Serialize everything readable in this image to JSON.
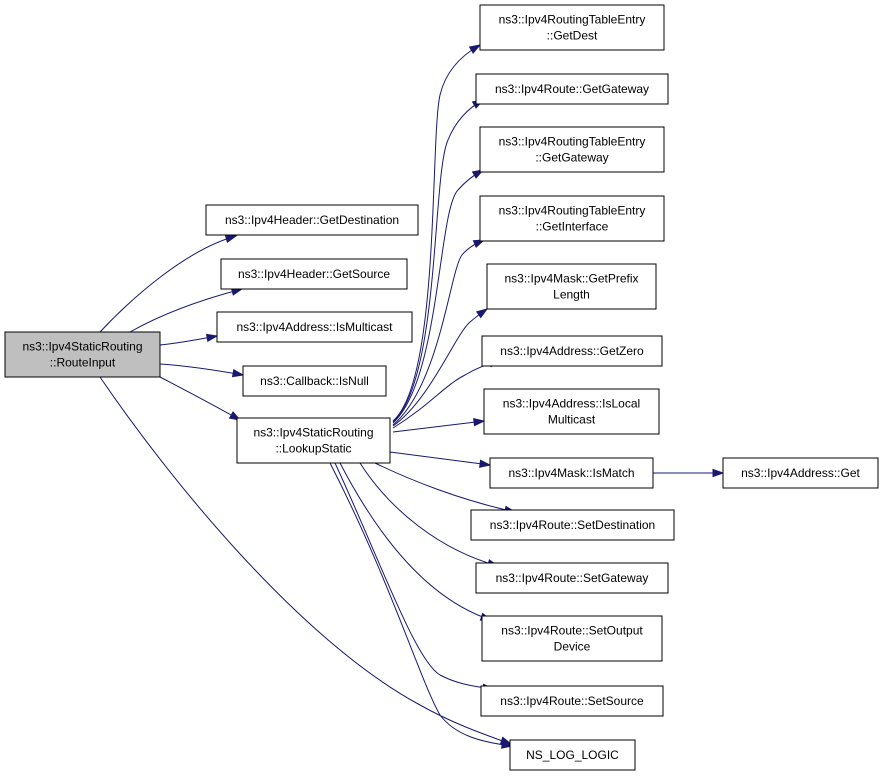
{
  "graph": {
    "edge_color": "#191970",
    "root_fill": "#bfbfbf",
    "nodes": [
      {
        "id": "route_input",
        "lines": [
          "ns3::Ipv4StaticRouting",
          "::RouteInput"
        ],
        "root": true
      },
      {
        "id": "get_destination",
        "lines": [
          "ns3::Ipv4Header::GetDestination"
        ]
      },
      {
        "id": "get_source",
        "lines": [
          "ns3::Ipv4Header::GetSource"
        ]
      },
      {
        "id": "is_multicast",
        "lines": [
          "ns3::Ipv4Address::IsMulticast"
        ]
      },
      {
        "id": "is_null",
        "lines": [
          "ns3::Callback::IsNull"
        ]
      },
      {
        "id": "lookup_static",
        "lines": [
          "ns3::Ipv4StaticRouting",
          "::LookupStatic"
        ]
      },
      {
        "id": "rte_get_dest",
        "lines": [
          "ns3::Ipv4RoutingTableEntry",
          "::GetDest"
        ]
      },
      {
        "id": "route_get_gateway",
        "lines": [
          "ns3::Ipv4Route::GetGateway"
        ]
      },
      {
        "id": "rte_get_gateway",
        "lines": [
          "ns3::Ipv4RoutingTableEntry",
          "::GetGateway"
        ]
      },
      {
        "id": "rte_get_interface",
        "lines": [
          "ns3::Ipv4RoutingTableEntry",
          "::GetInterface"
        ]
      },
      {
        "id": "mask_get_prefix_length",
        "lines": [
          "ns3::Ipv4Mask::GetPrefix",
          "Length"
        ]
      },
      {
        "id": "addr_get_zero",
        "lines": [
          "ns3::Ipv4Address::GetZero"
        ]
      },
      {
        "id": "addr_is_local_multicast",
        "lines": [
          "ns3::Ipv4Address::IsLocal",
          "Multicast"
        ]
      },
      {
        "id": "mask_is_match",
        "lines": [
          "ns3::Ipv4Mask::IsMatch"
        ]
      },
      {
        "id": "addr_get",
        "lines": [
          "ns3::Ipv4Address::Get"
        ]
      },
      {
        "id": "route_set_destination",
        "lines": [
          "ns3::Ipv4Route::SetDestination"
        ]
      },
      {
        "id": "route_set_gateway",
        "lines": [
          "ns3::Ipv4Route::SetGateway"
        ]
      },
      {
        "id": "route_set_output_device",
        "lines": [
          "ns3::Ipv4Route::SetOutput",
          "Device"
        ]
      },
      {
        "id": "route_set_source",
        "lines": [
          "ns3::Ipv4Route::SetSource"
        ]
      },
      {
        "id": "ns_log_logic",
        "lines": [
          "NS_LOG_LOGIC"
        ]
      }
    ],
    "edges": [
      [
        "route_input",
        "get_destination"
      ],
      [
        "route_input",
        "get_source"
      ],
      [
        "route_input",
        "is_multicast"
      ],
      [
        "route_input",
        "is_null"
      ],
      [
        "route_input",
        "lookup_static"
      ],
      [
        "route_input",
        "ns_log_logic"
      ],
      [
        "lookup_static",
        "rte_get_dest"
      ],
      [
        "lookup_static",
        "route_get_gateway"
      ],
      [
        "lookup_static",
        "rte_get_gateway"
      ],
      [
        "lookup_static",
        "rte_get_interface"
      ],
      [
        "lookup_static",
        "mask_get_prefix_length"
      ],
      [
        "lookup_static",
        "addr_get_zero"
      ],
      [
        "lookup_static",
        "addr_is_local_multicast"
      ],
      [
        "lookup_static",
        "mask_is_match"
      ],
      [
        "lookup_static",
        "route_set_destination"
      ],
      [
        "lookup_static",
        "route_set_gateway"
      ],
      [
        "lookup_static",
        "route_set_output_device"
      ],
      [
        "lookup_static",
        "route_set_source"
      ],
      [
        "lookup_static",
        "ns_log_logic"
      ],
      [
        "mask_is_match",
        "addr_get"
      ]
    ]
  }
}
